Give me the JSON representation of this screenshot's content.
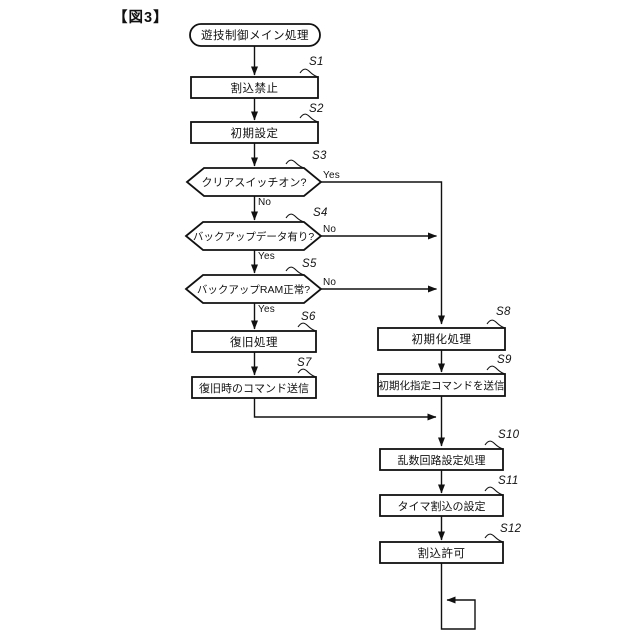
{
  "figure_label": "【図3】",
  "flow": {
    "start": "遊技制御メイン処理",
    "steps": [
      {
        "id": "S1",
        "label": "割込禁止",
        "type": "process"
      },
      {
        "id": "S2",
        "label": "初期設定",
        "type": "process"
      },
      {
        "id": "S3",
        "label": "クリアスイッチオン?",
        "type": "decision",
        "right": "Yes",
        "down": "No"
      },
      {
        "id": "S4",
        "label": "バックアップデータ有り?",
        "type": "decision",
        "right": "No",
        "down": "Yes"
      },
      {
        "id": "S5",
        "label": "バックアップRAM正常?",
        "type": "decision",
        "right": "No",
        "down": "Yes"
      },
      {
        "id": "S6",
        "label": "復旧処理",
        "type": "process"
      },
      {
        "id": "S7",
        "label": "復旧時のコマンド送信",
        "type": "process"
      },
      {
        "id": "S8",
        "label": "初期化処理",
        "type": "process"
      },
      {
        "id": "S9",
        "label": "初期化指定コマンドを送信",
        "type": "process"
      },
      {
        "id": "S10",
        "label": "乱数回路設定処理",
        "type": "process"
      },
      {
        "id": "S11",
        "label": "タイマ割込の設定",
        "type": "process"
      },
      {
        "id": "S12",
        "label": "割込許可",
        "type": "process"
      }
    ],
    "line_color": "#111111"
  }
}
